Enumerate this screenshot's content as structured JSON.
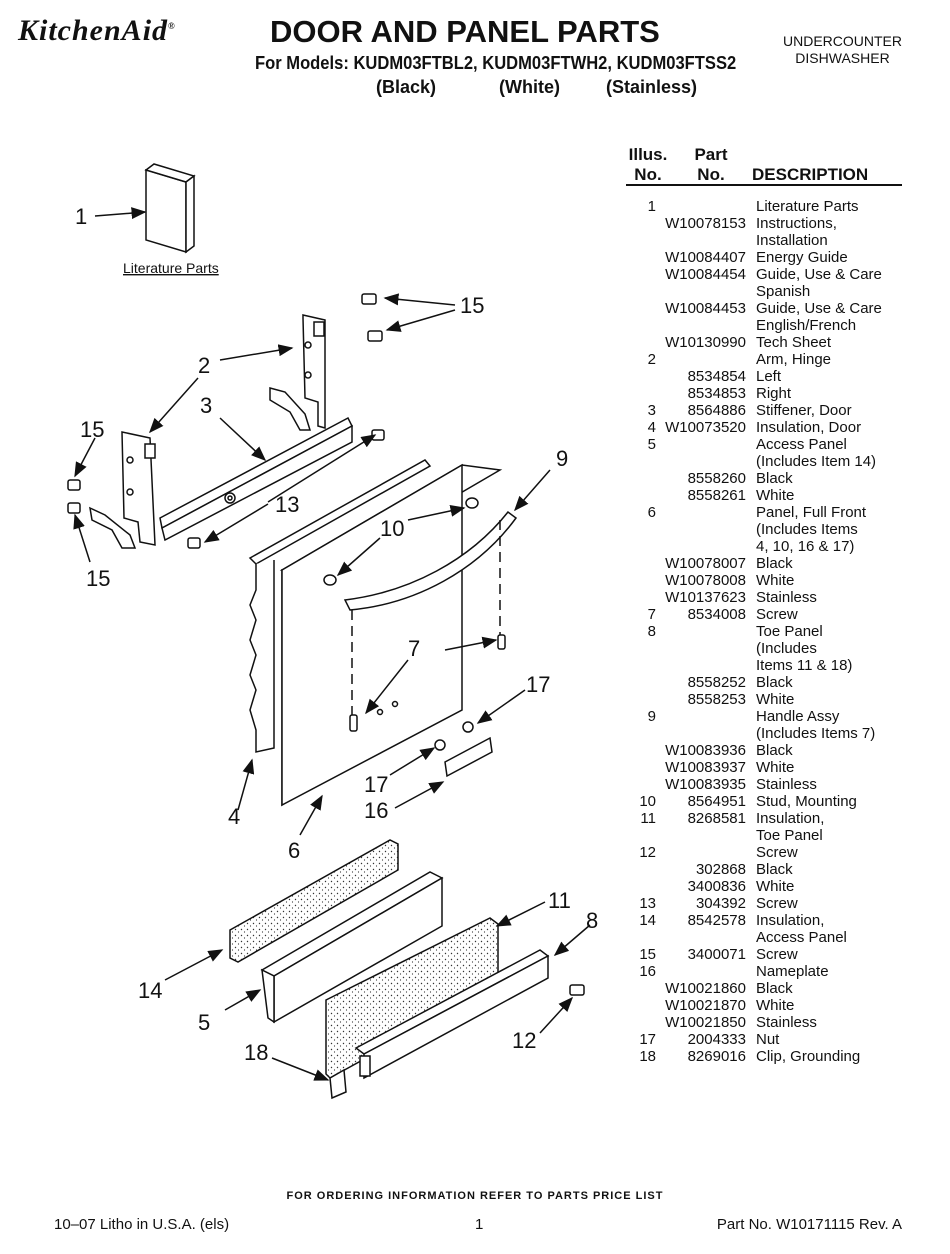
{
  "header": {
    "brand": "KitchenAid",
    "brand_mark": "®",
    "title": "DOOR AND PANEL PARTS",
    "models": "For Models: KUDM03FTBL2, KUDM03FTWH2, KUDM03FTSS2",
    "variants": [
      "(Black)",
      "(White)",
      "(Stainless)"
    ],
    "appliance_line1": "UNDERCOUNTER",
    "appliance_line2": "DISHWASHER"
  },
  "diagram": {
    "caption": "Literature Parts",
    "callouts": [
      "1",
      "2",
      "3",
      "15",
      "15",
      "13",
      "9",
      "10",
      "4",
      "6",
      "7",
      "17",
      "17",
      "16",
      "14",
      "5",
      "11",
      "8",
      "12",
      "18"
    ]
  },
  "parts_table": {
    "header_illus": "Illus.",
    "header_illus2": "No.",
    "header_part": "Part",
    "header_part2": "No.",
    "header_desc": "DESCRIPTION",
    "rows": [
      {
        "illus": "1",
        "part": "",
        "desc": "Literature Parts"
      },
      {
        "illus": "",
        "part": "W10078153",
        "desc": "Instructions,"
      },
      {
        "illus": "",
        "part": "",
        "desc": "Installation"
      },
      {
        "illus": "",
        "part": "W10084407",
        "desc": "Energy Guide"
      },
      {
        "illus": "",
        "part": "W10084454",
        "desc": "Guide, Use & Care"
      },
      {
        "illus": "",
        "part": "",
        "desc": "Spanish"
      },
      {
        "illus": "",
        "part": "W10084453",
        "desc": "Guide, Use & Care"
      },
      {
        "illus": "",
        "part": "",
        "desc": "English/French"
      },
      {
        "illus": "",
        "part": "W10130990",
        "desc": "Tech Sheet"
      },
      {
        "illus": "2",
        "part": "",
        "desc": "Arm, Hinge"
      },
      {
        "illus": "",
        "part": "8534854",
        "desc": "Left"
      },
      {
        "illus": "",
        "part": "8534853",
        "desc": "Right"
      },
      {
        "illus": "3",
        "part": "8564886",
        "desc": "Stiffener, Door"
      },
      {
        "illus": "4",
        "part": "W10073520",
        "desc": "Insulation, Door"
      },
      {
        "illus": "5",
        "part": "",
        "desc": "Access Panel"
      },
      {
        "illus": "",
        "part": "",
        "desc": "(Includes Item 14)"
      },
      {
        "illus": "",
        "part": "8558260",
        "desc": "Black"
      },
      {
        "illus": "",
        "part": "8558261",
        "desc": "White"
      },
      {
        "illus": "6",
        "part": "",
        "desc": "Panel, Full Front"
      },
      {
        "illus": "",
        "part": "",
        "desc": "(Includes Items"
      },
      {
        "illus": "",
        "part": "",
        "desc": "4, 10, 16 & 17)"
      },
      {
        "illus": "",
        "part": "W10078007",
        "desc": "Black"
      },
      {
        "illus": "",
        "part": "W10078008",
        "desc": "White"
      },
      {
        "illus": "",
        "part": "W10137623",
        "desc": "Stainless"
      },
      {
        "illus": "7",
        "part": "8534008",
        "desc": "Screw"
      },
      {
        "illus": "8",
        "part": "",
        "desc": "Toe Panel"
      },
      {
        "illus": "",
        "part": "",
        "desc": "(Includes"
      },
      {
        "illus": "",
        "part": "",
        "desc": "Items 11 & 18)"
      },
      {
        "illus": "",
        "part": "8558252",
        "desc": "Black"
      },
      {
        "illus": "",
        "part": "8558253",
        "desc": "White"
      },
      {
        "illus": "9",
        "part": "",
        "desc": "Handle Assy"
      },
      {
        "illus": "",
        "part": "",
        "desc": "(Includes Items 7)"
      },
      {
        "illus": "",
        "part": "W10083936",
        "desc": "Black"
      },
      {
        "illus": "",
        "part": "W10083937",
        "desc": "White"
      },
      {
        "illus": "",
        "part": "W10083935",
        "desc": "Stainless"
      },
      {
        "illus": "10",
        "part": "8564951",
        "desc": "Stud, Mounting"
      },
      {
        "illus": "11",
        "part": "8268581",
        "desc": "Insulation,"
      },
      {
        "illus": "",
        "part": "",
        "desc": "Toe Panel"
      },
      {
        "illus": "12",
        "part": "",
        "desc": "Screw"
      },
      {
        "illus": "",
        "part": "302868",
        "desc": "Black"
      },
      {
        "illus": "",
        "part": "3400836",
        "desc": "White"
      },
      {
        "illus": "13",
        "part": "304392",
        "desc": "Screw"
      },
      {
        "illus": "14",
        "part": "8542578",
        "desc": "Insulation,"
      },
      {
        "illus": "",
        "part": "",
        "desc": "Access Panel"
      },
      {
        "illus": "15",
        "part": "3400071",
        "desc": "Screw"
      },
      {
        "illus": "16",
        "part": "",
        "desc": "Nameplate"
      },
      {
        "illus": "",
        "part": "W10021860",
        "desc": "Black"
      },
      {
        "illus": "",
        "part": "W10021870",
        "desc": "White"
      },
      {
        "illus": "",
        "part": "W10021850",
        "desc": "Stainless"
      },
      {
        "illus": "17",
        "part": "2004333",
        "desc": "Nut"
      },
      {
        "illus": "18",
        "part": "8269016",
        "desc": "Clip, Grounding"
      }
    ]
  },
  "footer": {
    "ordering_note": "FOR ORDERING INFORMATION REFER TO PARTS PRICE LIST",
    "litho": "10–07 Litho in U.S.A. (els)",
    "page": "1",
    "part_number": "Part No. W10171115 Rev. A"
  }
}
